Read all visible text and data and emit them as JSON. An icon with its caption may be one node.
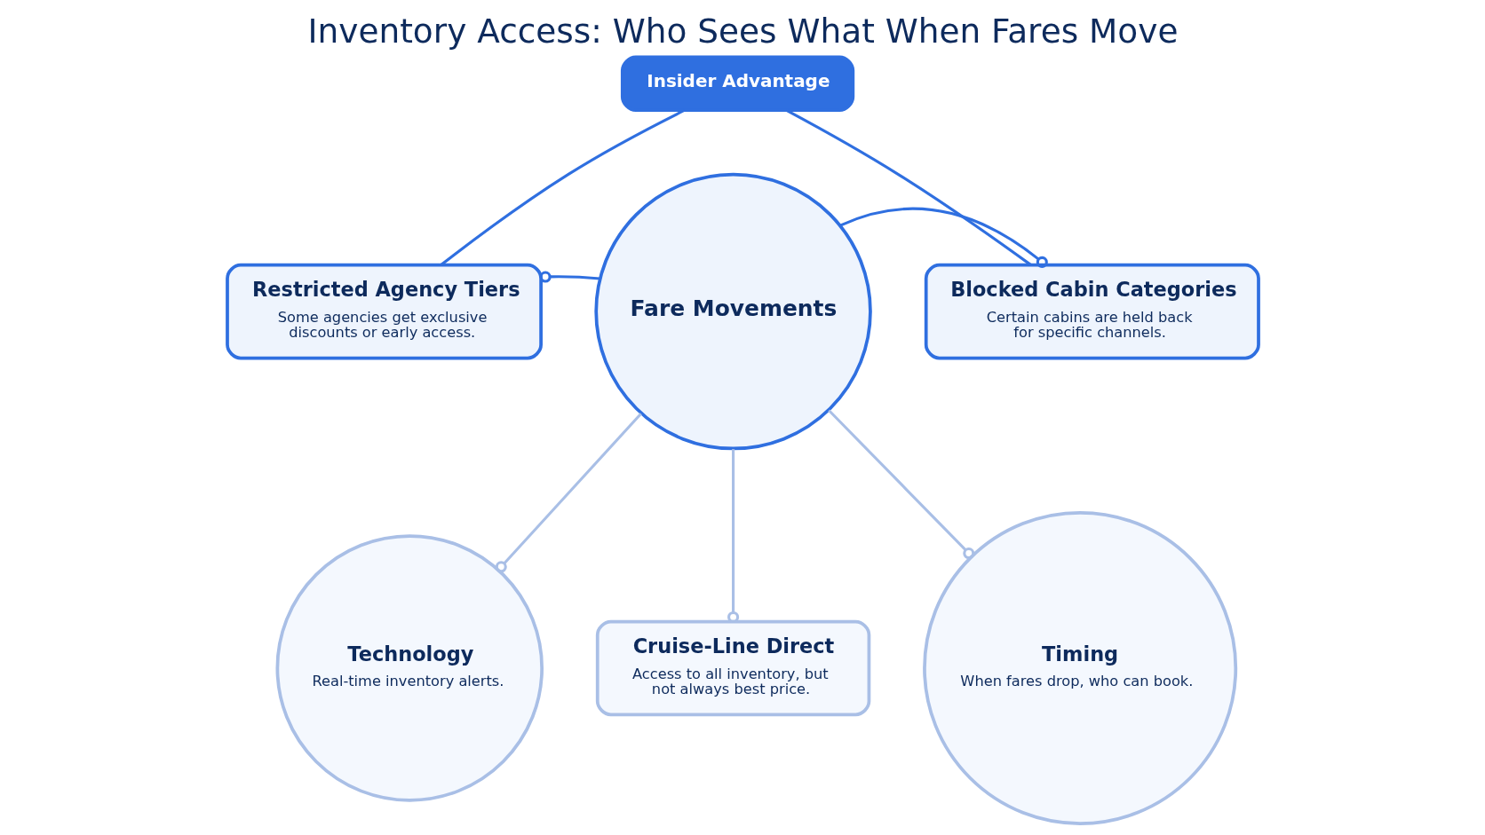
{
  "diagram": {
    "title": "Inventory Access: Who Sees What When Fares Move",
    "nodes": [
      {
        "text": [
          "Insider Advantage"
        ]
      },
      {
        "text": [
          "Restricted Agency Tiers",
          "Some agencies get exclusive discounts or early access."
        ]
      },
      {
        "text": [
          "Fare Movements"
        ]
      },
      {
        "text": [
          "Blocked Cabin Categories",
          "Certain cabins are held back for specific channels."
        ]
      },
      {
        "text": [
          "Technology",
          "Real-time inventory alerts."
        ]
      },
      {
        "text": [
          "Cruise-Line Direct",
          "Access to all inventory, but not always best price."
        ]
      },
      {
        "text": [
          "Timing",
          "When fares drop, who can book."
        ]
      }
    ],
    "edges": [
      {
        "from": 0,
        "to": 1,
        "arrow": "none"
      },
      {
        "from": 0,
        "to": 3,
        "arrow": "none"
      },
      {
        "from": 2,
        "to": 1,
        "arrow": "other"
      },
      {
        "from": 2,
        "to": 3,
        "arrow": "other"
      },
      {
        "from": 2,
        "to": 4,
        "arrow": "other",
        "color": "#a9bfe6"
      },
      {
        "from": 2,
        "to": 5,
        "arrow": "other",
        "color": "#a9bfe6"
      },
      {
        "from": 2,
        "to": 6,
        "arrow": "other",
        "color": "#a9bfe6"
      }
    ]
  }
}
